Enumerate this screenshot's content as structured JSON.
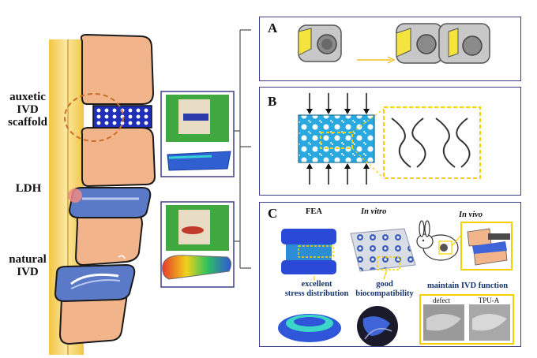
{
  "left_labels": {
    "scaffold_l1": "auxetic",
    "scaffold_l2": "IVD",
    "scaffold_l3": "scaffold",
    "ldh": "LDH",
    "natural_l1": "natural",
    "natural_l2": "IVD"
  },
  "panel_a": {
    "tag": "A"
  },
  "panel_b": {
    "tag": "B"
  },
  "panel_c": {
    "tag": "C",
    "col_fea": "FEA",
    "col_invitro": "In vitro",
    "col_invivo": "In vivo",
    "cap_excellent_l1": "excellent",
    "cap_excellent_l2": "stress distribution",
    "cap_good_l1": "good",
    "cap_good_l2": "biocompatibility",
    "cap_maintain": "maintain IVD function",
    "ct_defect": "defect",
    "ct_tpu": "TPU-A"
  },
  "colors": {
    "frame": "#3b3f86",
    "vertebra": "#f2b48a",
    "disc_blue": "#5a79c7",
    "scaffold_blue": "#1f2fb8",
    "cyan": "#29a9e0",
    "yellow": "#ffe600",
    "dashed_circle": "#c8702a"
  }
}
